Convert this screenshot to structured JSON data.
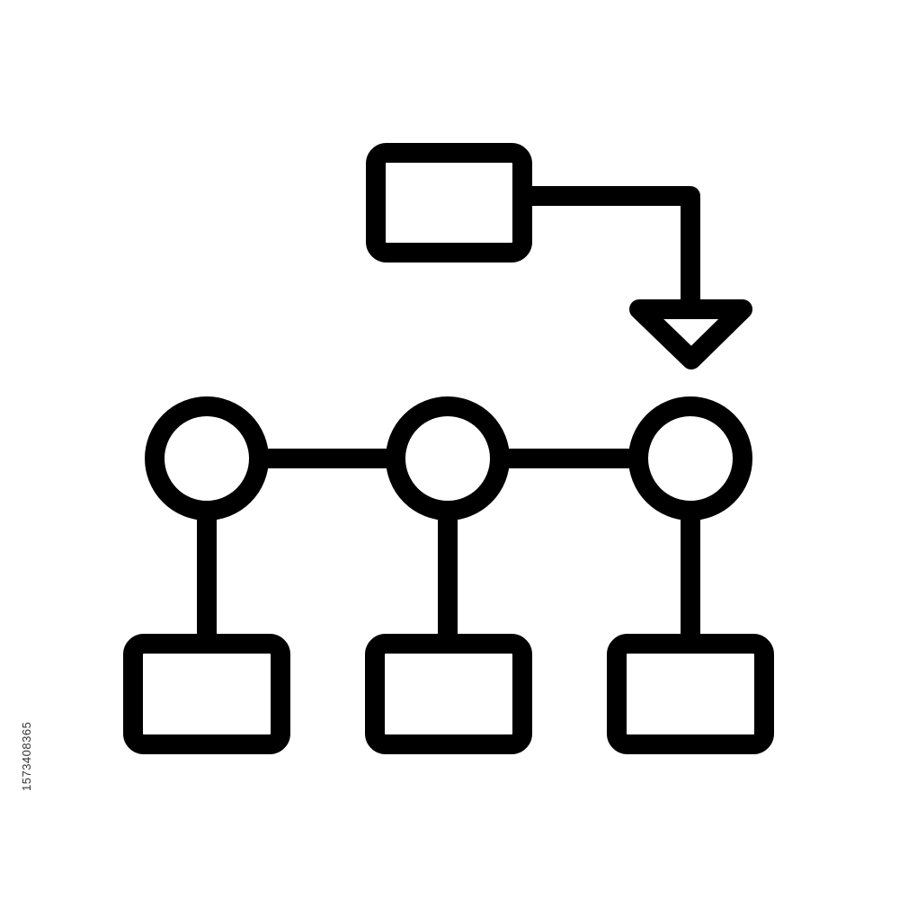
{
  "icon": {
    "name": "workflow-hierarchy-icon",
    "stroke_color": "#000000",
    "background_color": "#ffffff",
    "process_box_count": 4,
    "node_count": 3
  },
  "watermark": {
    "stock_id": "1573408365"
  }
}
